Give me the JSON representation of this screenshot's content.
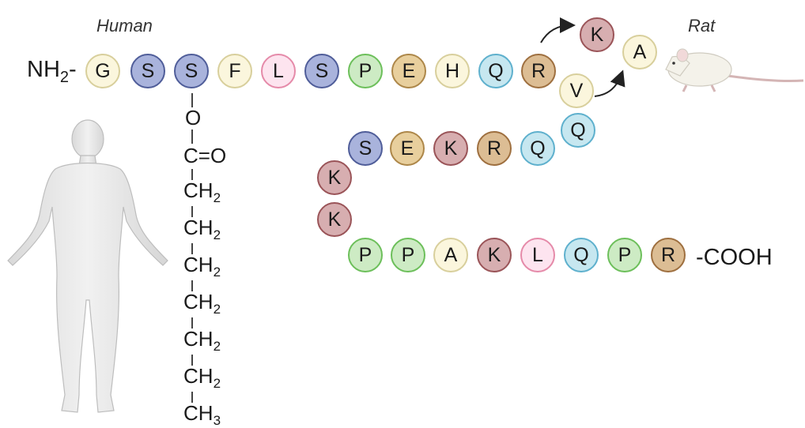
{
  "labels": {
    "human": "Human",
    "rat": "Rat",
    "n_terminus": "NH",
    "n_terminus_sub": "2",
    "n_terminus_dash": "-",
    "c_terminus": "-COOH"
  },
  "residues": [
    {
      "letter": "G",
      "color": "#fbf6dd",
      "border": "#d8cf9c"
    },
    {
      "letter": "S",
      "color": "#a9b3dc",
      "border": "#4f5d99"
    },
    {
      "letter": "S",
      "color": "#a9b3dc",
      "border": "#4f5d99"
    },
    {
      "letter": "F",
      "color": "#fbf6dd",
      "border": "#d8cf9c"
    },
    {
      "letter": "L",
      "color": "#fde4ef",
      "border": "#e58aa9"
    },
    {
      "letter": "S",
      "color": "#a9b3dc",
      "border": "#4f5d99"
    },
    {
      "letter": "P",
      "color": "#cdebc4",
      "border": "#6cbf5a"
    },
    {
      "letter": "E",
      "color": "#e8cf9d",
      "border": "#ad8749"
    },
    {
      "letter": "H",
      "color": "#fbf6dd",
      "border": "#d8cf9c"
    },
    {
      "letter": "Q",
      "color": "#c6e7f0",
      "border": "#5eb0cd"
    },
    {
      "letter": "R",
      "color": "#dcbd94",
      "border": "#9e6f3f"
    },
    {
      "letter": "V",
      "color": "#fbf6dd",
      "border": "#d8cf9c"
    },
    {
      "letter": "Q",
      "color": "#c6e7f0",
      "border": "#5eb0cd"
    },
    {
      "letter": "Q",
      "color": "#c6e7f0",
      "border": "#5eb0cd"
    },
    {
      "letter": "R",
      "color": "#dcbd94",
      "border": "#9e6f3f"
    },
    {
      "letter": "K",
      "color": "#d7aeb0",
      "border": "#9a5458"
    },
    {
      "letter": "E",
      "color": "#e8cf9d",
      "border": "#ad8749"
    },
    {
      "letter": "S",
      "color": "#a9b3dc",
      "border": "#4f5d99"
    },
    {
      "letter": "K",
      "color": "#d7aeb0",
      "border": "#9a5458"
    },
    {
      "letter": "K",
      "color": "#d7aeb0",
      "border": "#9a5458"
    },
    {
      "letter": "P",
      "color": "#cdebc4",
      "border": "#6cbf5a"
    },
    {
      "letter": "P",
      "color": "#cdebc4",
      "border": "#6cbf5a"
    },
    {
      "letter": "A",
      "color": "#fbf6dd",
      "border": "#d8cf9c"
    },
    {
      "letter": "K",
      "color": "#d7aeb0",
      "border": "#9a5458"
    },
    {
      "letter": "L",
      "color": "#fde4ef",
      "border": "#e58aa9"
    },
    {
      "letter": "Q",
      "color": "#c6e7f0",
      "border": "#5eb0cd"
    },
    {
      "letter": "P",
      "color": "#cdebc4",
      "border": "#6cbf5a"
    },
    {
      "letter": "R",
      "color": "#dcbd94",
      "border": "#9e6f3f"
    }
  ],
  "rat_variant_residues": [
    {
      "letter": "K",
      "color": "#d7aeb0",
      "border": "#9a5458"
    },
    {
      "letter": "A",
      "color": "#fbf6dd",
      "border": "#d8cf9c"
    }
  ],
  "acyl_chain": {
    "ester_oxygen": "O",
    "carbonyl": "C=O",
    "groups": [
      {
        "main": "CH",
        "sub": "2"
      },
      {
        "main": "CH",
        "sub": "2"
      },
      {
        "main": "CH",
        "sub": "2"
      },
      {
        "main": "CH",
        "sub": "2"
      },
      {
        "main": "CH",
        "sub": "2"
      },
      {
        "main": "CH",
        "sub": "2"
      },
      {
        "main": "CH",
        "sub": "3"
      }
    ]
  },
  "icons": [
    "human-figure-icon",
    "rat-icon",
    "curved-arrow-icon"
  ]
}
